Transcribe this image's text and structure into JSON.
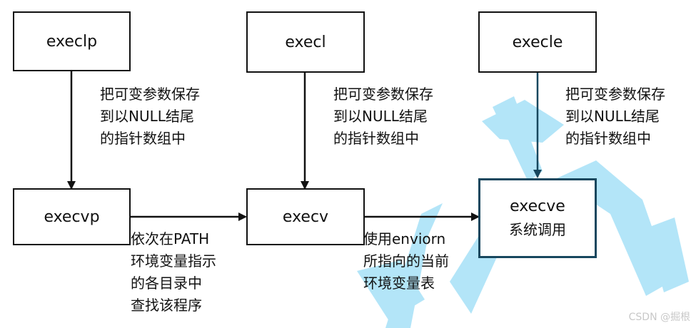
{
  "boxes": {
    "execlp": "execlp",
    "execl": "execl",
    "execle": "execle",
    "execvp": "execvp",
    "execv": "execv",
    "execve_name": "execve",
    "execve_sub": "系统调用"
  },
  "labels": {
    "null_term_1": "把可变参数保存\n到以NULL结尾\n的指针数组中",
    "null_term_2": "把可变参数保存\n到以NULL结尾\n的指针数组中",
    "null_term_3": "把可变参数保存\n到以NULL结尾\n的指针数组中",
    "path_search": "依次在PATH\n环境变量指示\n的各目录中\n查找该程序",
    "environ_use": "使用enviorn\n所指向的当前\n环境变量表"
  },
  "watermark": "CSDN @掘根",
  "colors": {
    "line": "#111111",
    "accent_box": "#17475e",
    "accent_arrow": "#17475e",
    "deco_blue": "#b3e5f8"
  }
}
